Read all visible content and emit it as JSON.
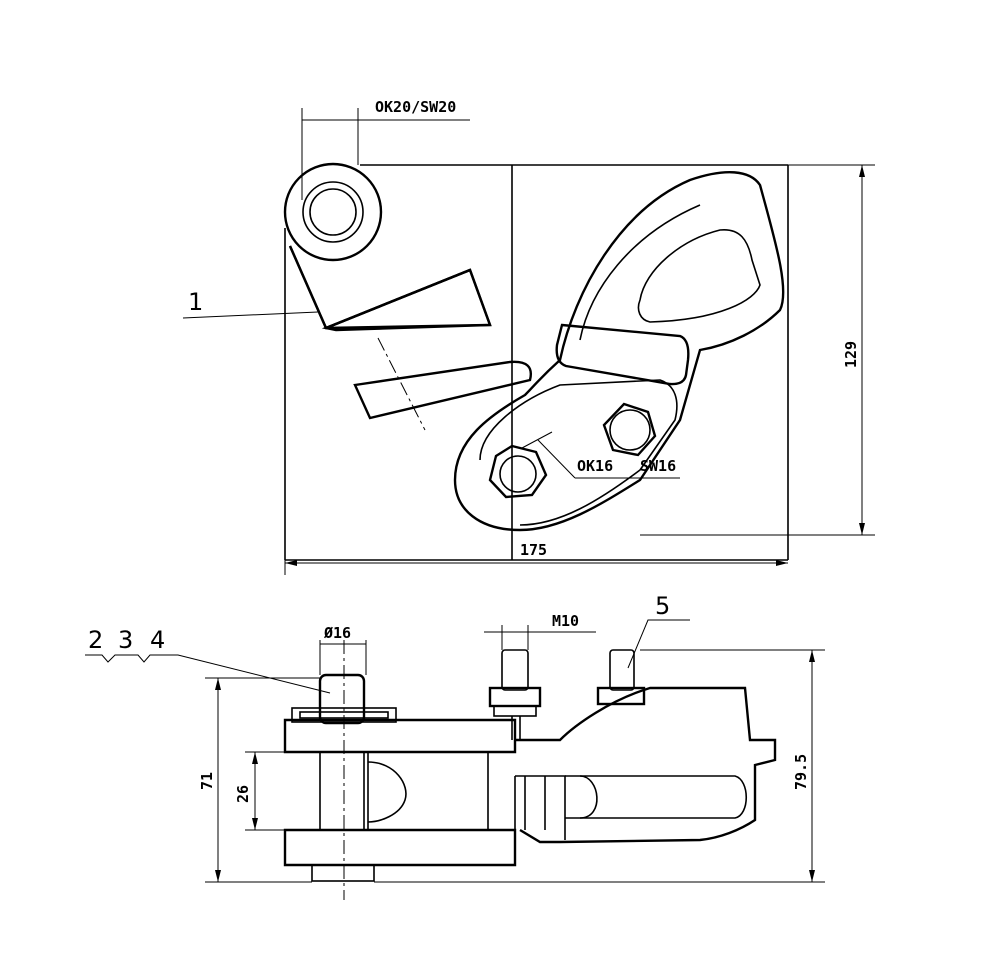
{
  "top_view": {
    "label_wrench_top": "OK20/SW20",
    "label_wrench_mid": "OK16",
    "label_wrench_mid2": "SW16",
    "dim_width": "175",
    "dim_height": "129",
    "callout_1": "1"
  },
  "side_view": {
    "callout_234": [
      "2",
      "3",
      "4"
    ],
    "callout_5": "5",
    "dim_bolt": "Ø16",
    "dim_thread": "M10",
    "dim_total_height": "71",
    "dim_gap": "26",
    "dim_right_height": "79.5"
  }
}
